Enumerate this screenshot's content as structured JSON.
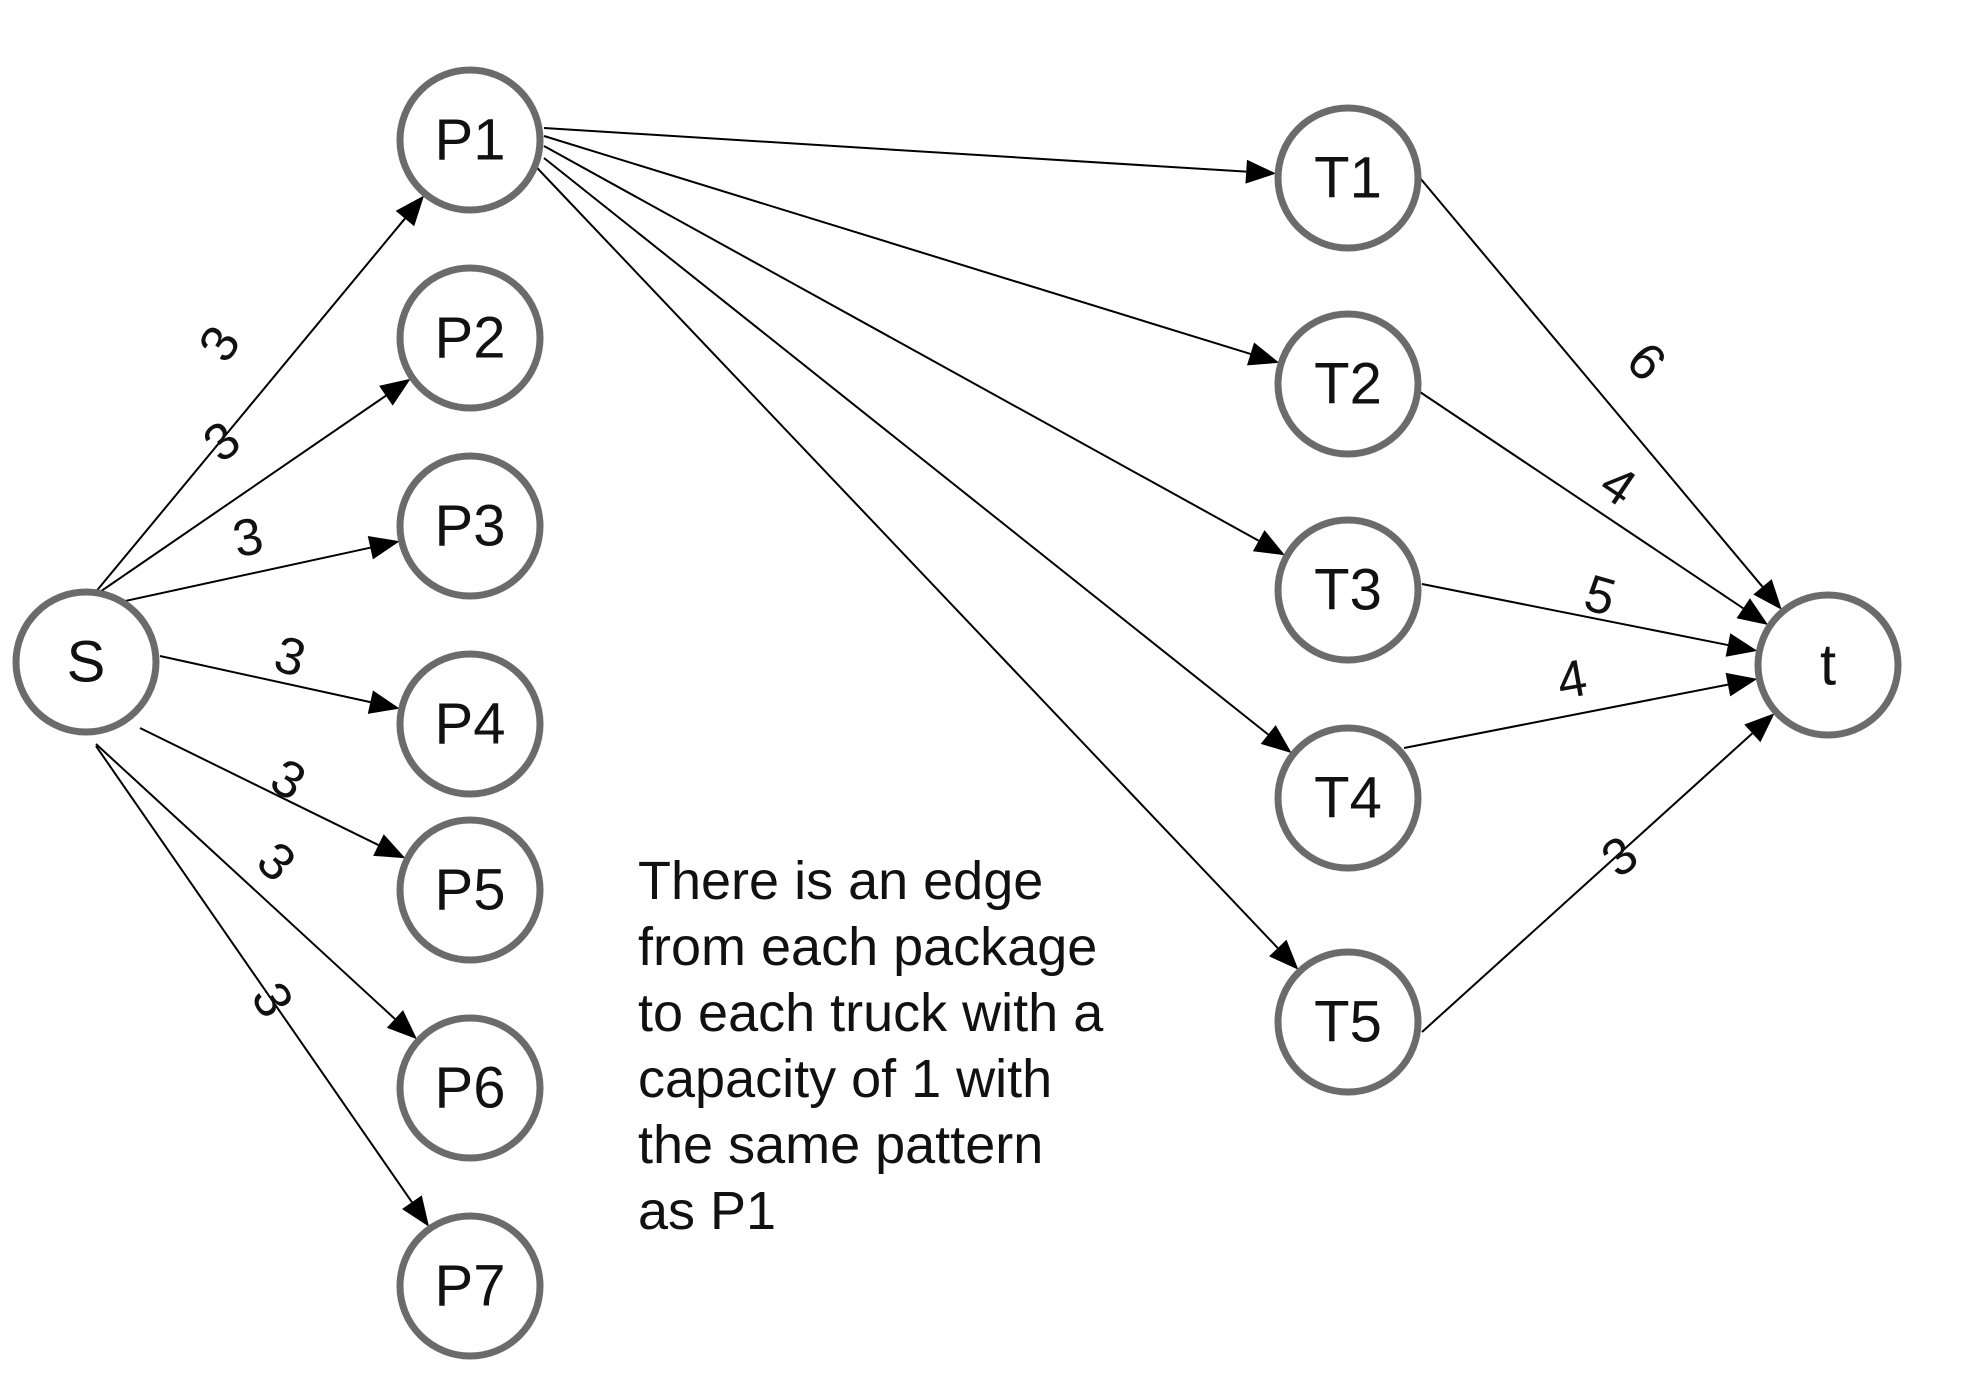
{
  "graph": {
    "nodes": [
      {
        "id": "s",
        "label": "S"
      },
      {
        "id": "p1",
        "label": "P1"
      },
      {
        "id": "p2",
        "label": "P2"
      },
      {
        "id": "p3",
        "label": "P3"
      },
      {
        "id": "p4",
        "label": "P4"
      },
      {
        "id": "p5",
        "label": "P5"
      },
      {
        "id": "p6",
        "label": "P6"
      },
      {
        "id": "p7",
        "label": "P7"
      },
      {
        "id": "t1",
        "label": "T1"
      },
      {
        "id": "t2",
        "label": "T2"
      },
      {
        "id": "t3",
        "label": "T3"
      },
      {
        "id": "t4",
        "label": "T4"
      },
      {
        "id": "t5",
        "label": "T5"
      },
      {
        "id": "t",
        "label": "t"
      }
    ],
    "edges": [
      {
        "from": "s",
        "to": "p1",
        "label": "3"
      },
      {
        "from": "s",
        "to": "p2",
        "label": "3"
      },
      {
        "from": "s",
        "to": "p3",
        "label": "3"
      },
      {
        "from": "s",
        "to": "p4",
        "label": "3"
      },
      {
        "from": "s",
        "to": "p5",
        "label": "3"
      },
      {
        "from": "s",
        "to": "p6",
        "label": "3"
      },
      {
        "from": "s",
        "to": "p7",
        "label": "3"
      },
      {
        "from": "p1",
        "to": "t1",
        "label": ""
      },
      {
        "from": "p1",
        "to": "t2",
        "label": ""
      },
      {
        "from": "p1",
        "to": "t3",
        "label": ""
      },
      {
        "from": "p1",
        "to": "t4",
        "label": ""
      },
      {
        "from": "p1",
        "to": "t5",
        "label": ""
      },
      {
        "from": "t1",
        "to": "t",
        "label": "6"
      },
      {
        "from": "t2",
        "to": "t",
        "label": "4"
      },
      {
        "from": "t3",
        "to": "t",
        "label": "5"
      },
      {
        "from": "t4",
        "to": "t",
        "label": "4"
      },
      {
        "from": "t5",
        "to": "t",
        "label": "3"
      }
    ]
  },
  "note": {
    "lines": [
      "There is an edge",
      "from each package",
      "to each truck with a",
      "capacity of 1 with",
      "the same pattern",
      "as P1"
    ]
  }
}
